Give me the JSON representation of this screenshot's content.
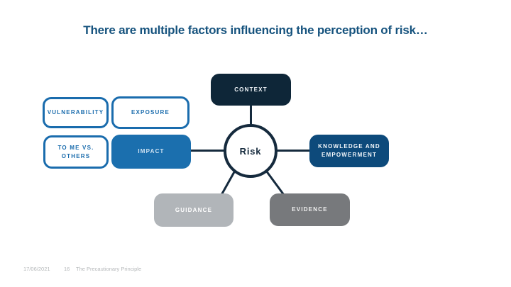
{
  "slide": {
    "title": "There are multiple factors influencing the perception of risk…",
    "footer": {
      "date": "17/06/2021",
      "page_number": "16",
      "deck_title": "The Precautionary Principle"
    }
  },
  "diagram": {
    "center": {
      "label": "Risk"
    },
    "nodes": [
      {
        "id": "context",
        "label": "CONTEXT",
        "style": "dark-navy"
      },
      {
        "id": "vulnerability",
        "label": "VULNERABILITY",
        "style": "outline"
      },
      {
        "id": "exposure",
        "label": "EXPOSURE",
        "style": "outline"
      },
      {
        "id": "to-me-vs-others",
        "label": "TO ME VS. OTHERS",
        "style": "outline"
      },
      {
        "id": "impact",
        "label": "IMPACT",
        "style": "blue"
      },
      {
        "id": "knowledge",
        "label": "KNOWLEDGE AND EMPOWERMENT",
        "style": "dark-blue"
      },
      {
        "id": "guidance",
        "label": "GUIDANCE",
        "style": "light-gray"
      },
      {
        "id": "evidence",
        "label": "EVIDENCE",
        "style": "dark-gray"
      }
    ],
    "connections": [
      "context-risk",
      "impact-risk",
      "risk-knowledge",
      "risk-guidance",
      "risk-evidence"
    ],
    "colors": {
      "title_text": "#16537e",
      "outline_blue": "#1a6cad",
      "impact_fill": "#1b6fae",
      "context_fill": "#0e2638",
      "knowledge_fill": "#0d4a7b",
      "guidance_fill": "#b1b5b9",
      "evidence_fill": "#77797c",
      "connector_line": "#152a3d",
      "footer_text": "#b5b8ba"
    }
  }
}
